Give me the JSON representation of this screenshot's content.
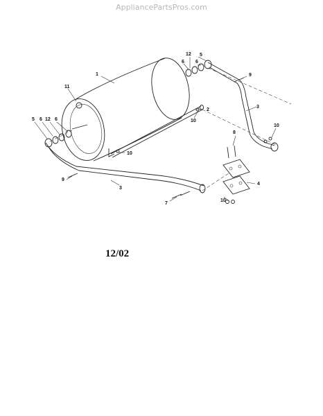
{
  "watermark": "AppliancePartsPros.com",
  "date_code": "12/02",
  "callouts": {
    "c1": "1",
    "c2": "2",
    "c3a": "3",
    "c3b": "3",
    "c4": "4",
    "c5a": "5",
    "c5b": "5",
    "c6a": "6",
    "c6b": "6",
    "c6c": "6",
    "c6d": "6",
    "c7": "7",
    "c8": "8",
    "c9a": "9",
    "c9b": "9",
    "c10a": "10",
    "c10b": "10",
    "c10c": "10",
    "c10d": "10",
    "c11": "11",
    "c12a": "12",
    "c12b": "12"
  }
}
